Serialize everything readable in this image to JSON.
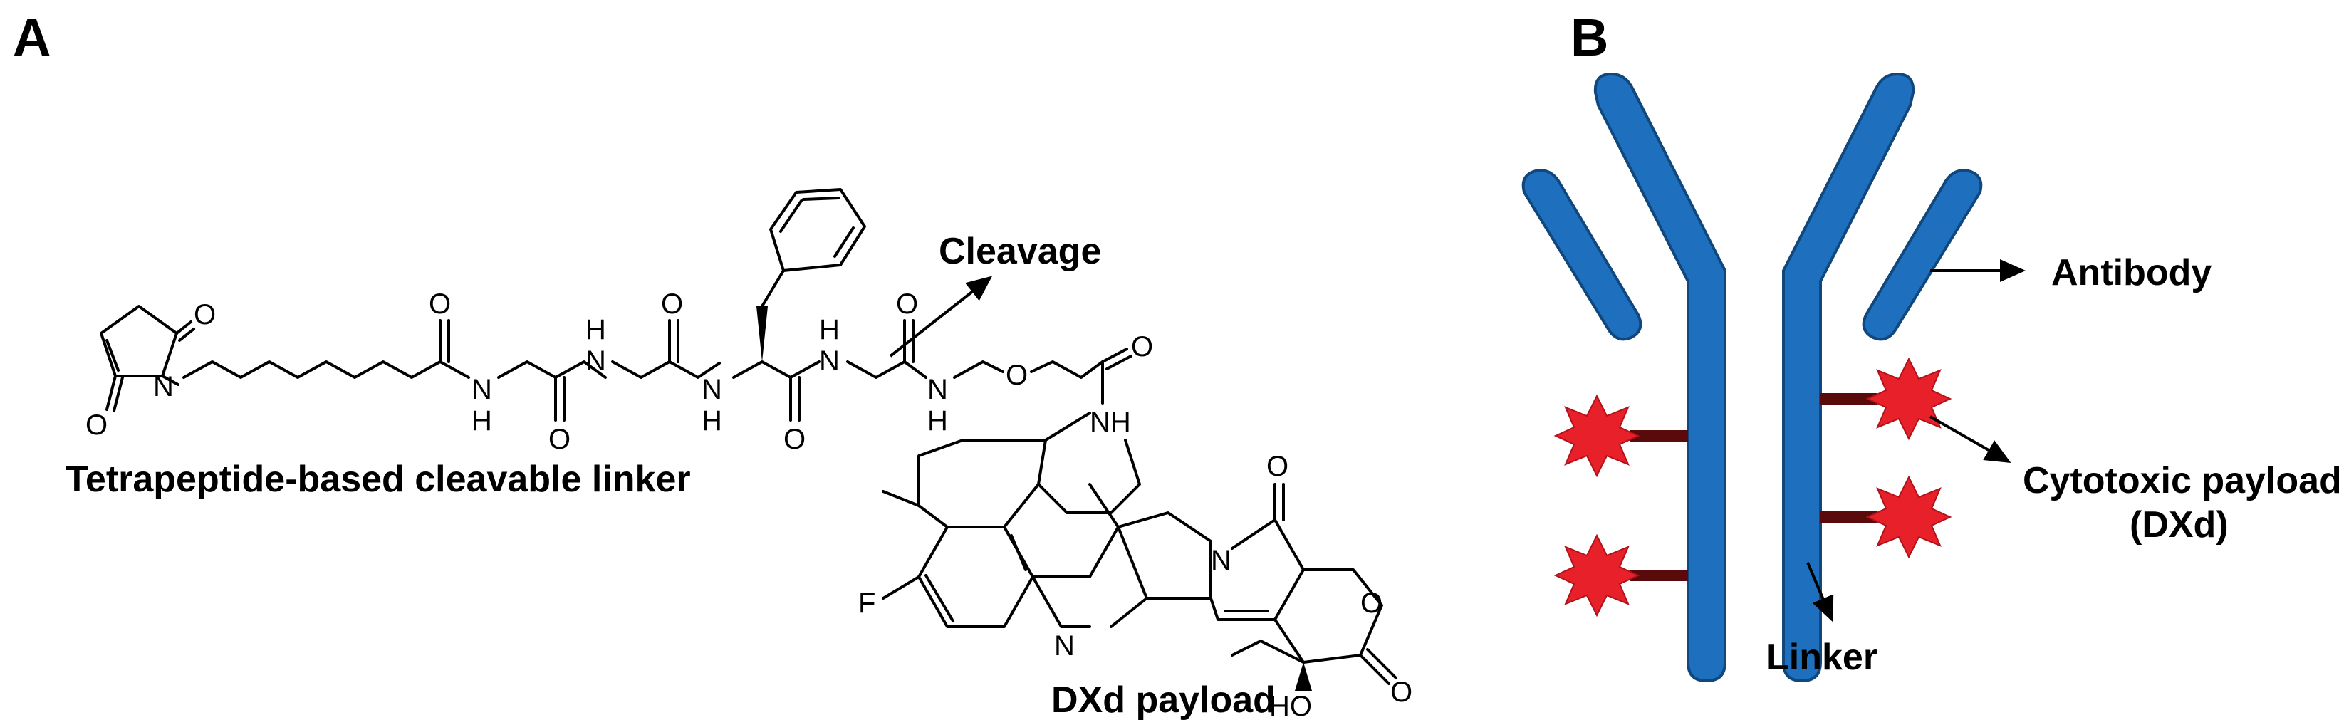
{
  "panel_a": {
    "letter": "A",
    "cleavage_label": "Cleavage",
    "linker_caption": "Tetrapeptide-based cleavable linker",
    "payload_caption": "DXd payload",
    "atoms": {
      "o": "O",
      "n": "N",
      "h": "H",
      "nh": "NH",
      "f": "F",
      "ho": "HO"
    }
  },
  "panel_b": {
    "letter": "B",
    "antibody_label": "Antibody",
    "payload_label_line1": "Cytotoxic payload",
    "payload_label_line2": "(DXd)",
    "linker_label": "Linker"
  },
  "colors": {
    "antibody": "#1f6fbf",
    "antibody_outline": "#10487e",
    "payload_star": "#e8202a",
    "linker_bar": "#5a0a0a"
  }
}
